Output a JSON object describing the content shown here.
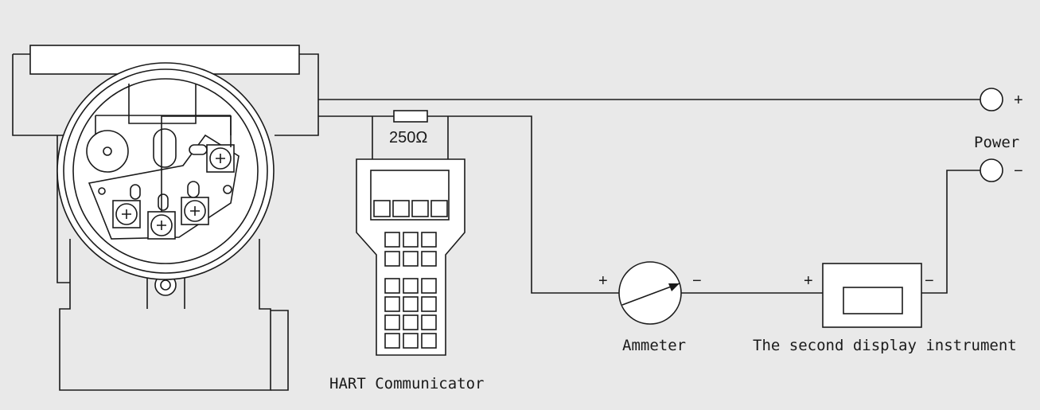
{
  "labels": {
    "resistor": "250Ω",
    "power": "Power",
    "plus_sign": "+",
    "minus_sign": "−",
    "ammeter": "Ammeter",
    "display": "The second display instrument",
    "hart": "HART Communicator"
  },
  "colors": {
    "background": "#e9e9e9",
    "line": "#1a1a1a",
    "fill": "#ffffff"
  }
}
